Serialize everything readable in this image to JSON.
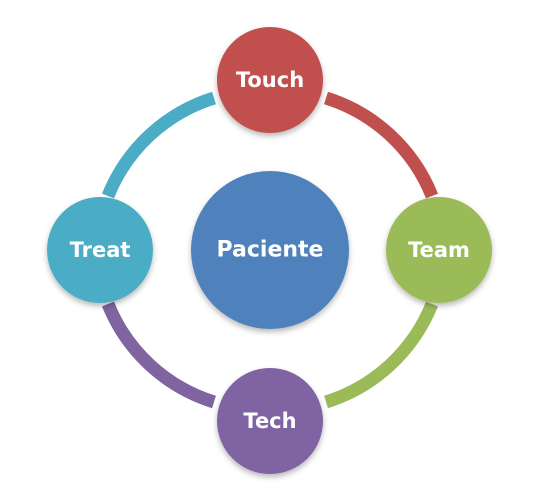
{
  "diagram": {
    "center": {
      "label": "Paciente",
      "color": "#4F81BD"
    },
    "nodes": [
      {
        "id": "touch",
        "label": "Touch",
        "color": "#C0504D"
      },
      {
        "id": "team",
        "label": "Team",
        "color": "#9BBB59"
      },
      {
        "id": "tech",
        "label": "Tech",
        "color": "#8064A2"
      },
      {
        "id": "treat",
        "label": "Treat",
        "color": "#4BACC6"
      }
    ],
    "arcs": [
      {
        "id": "touch-team",
        "color": "#C0504D"
      },
      {
        "id": "team-tech",
        "color": "#9BBB59"
      },
      {
        "id": "tech-treat",
        "color": "#8064A2"
      },
      {
        "id": "treat-touch",
        "color": "#4BACC6"
      }
    ]
  }
}
